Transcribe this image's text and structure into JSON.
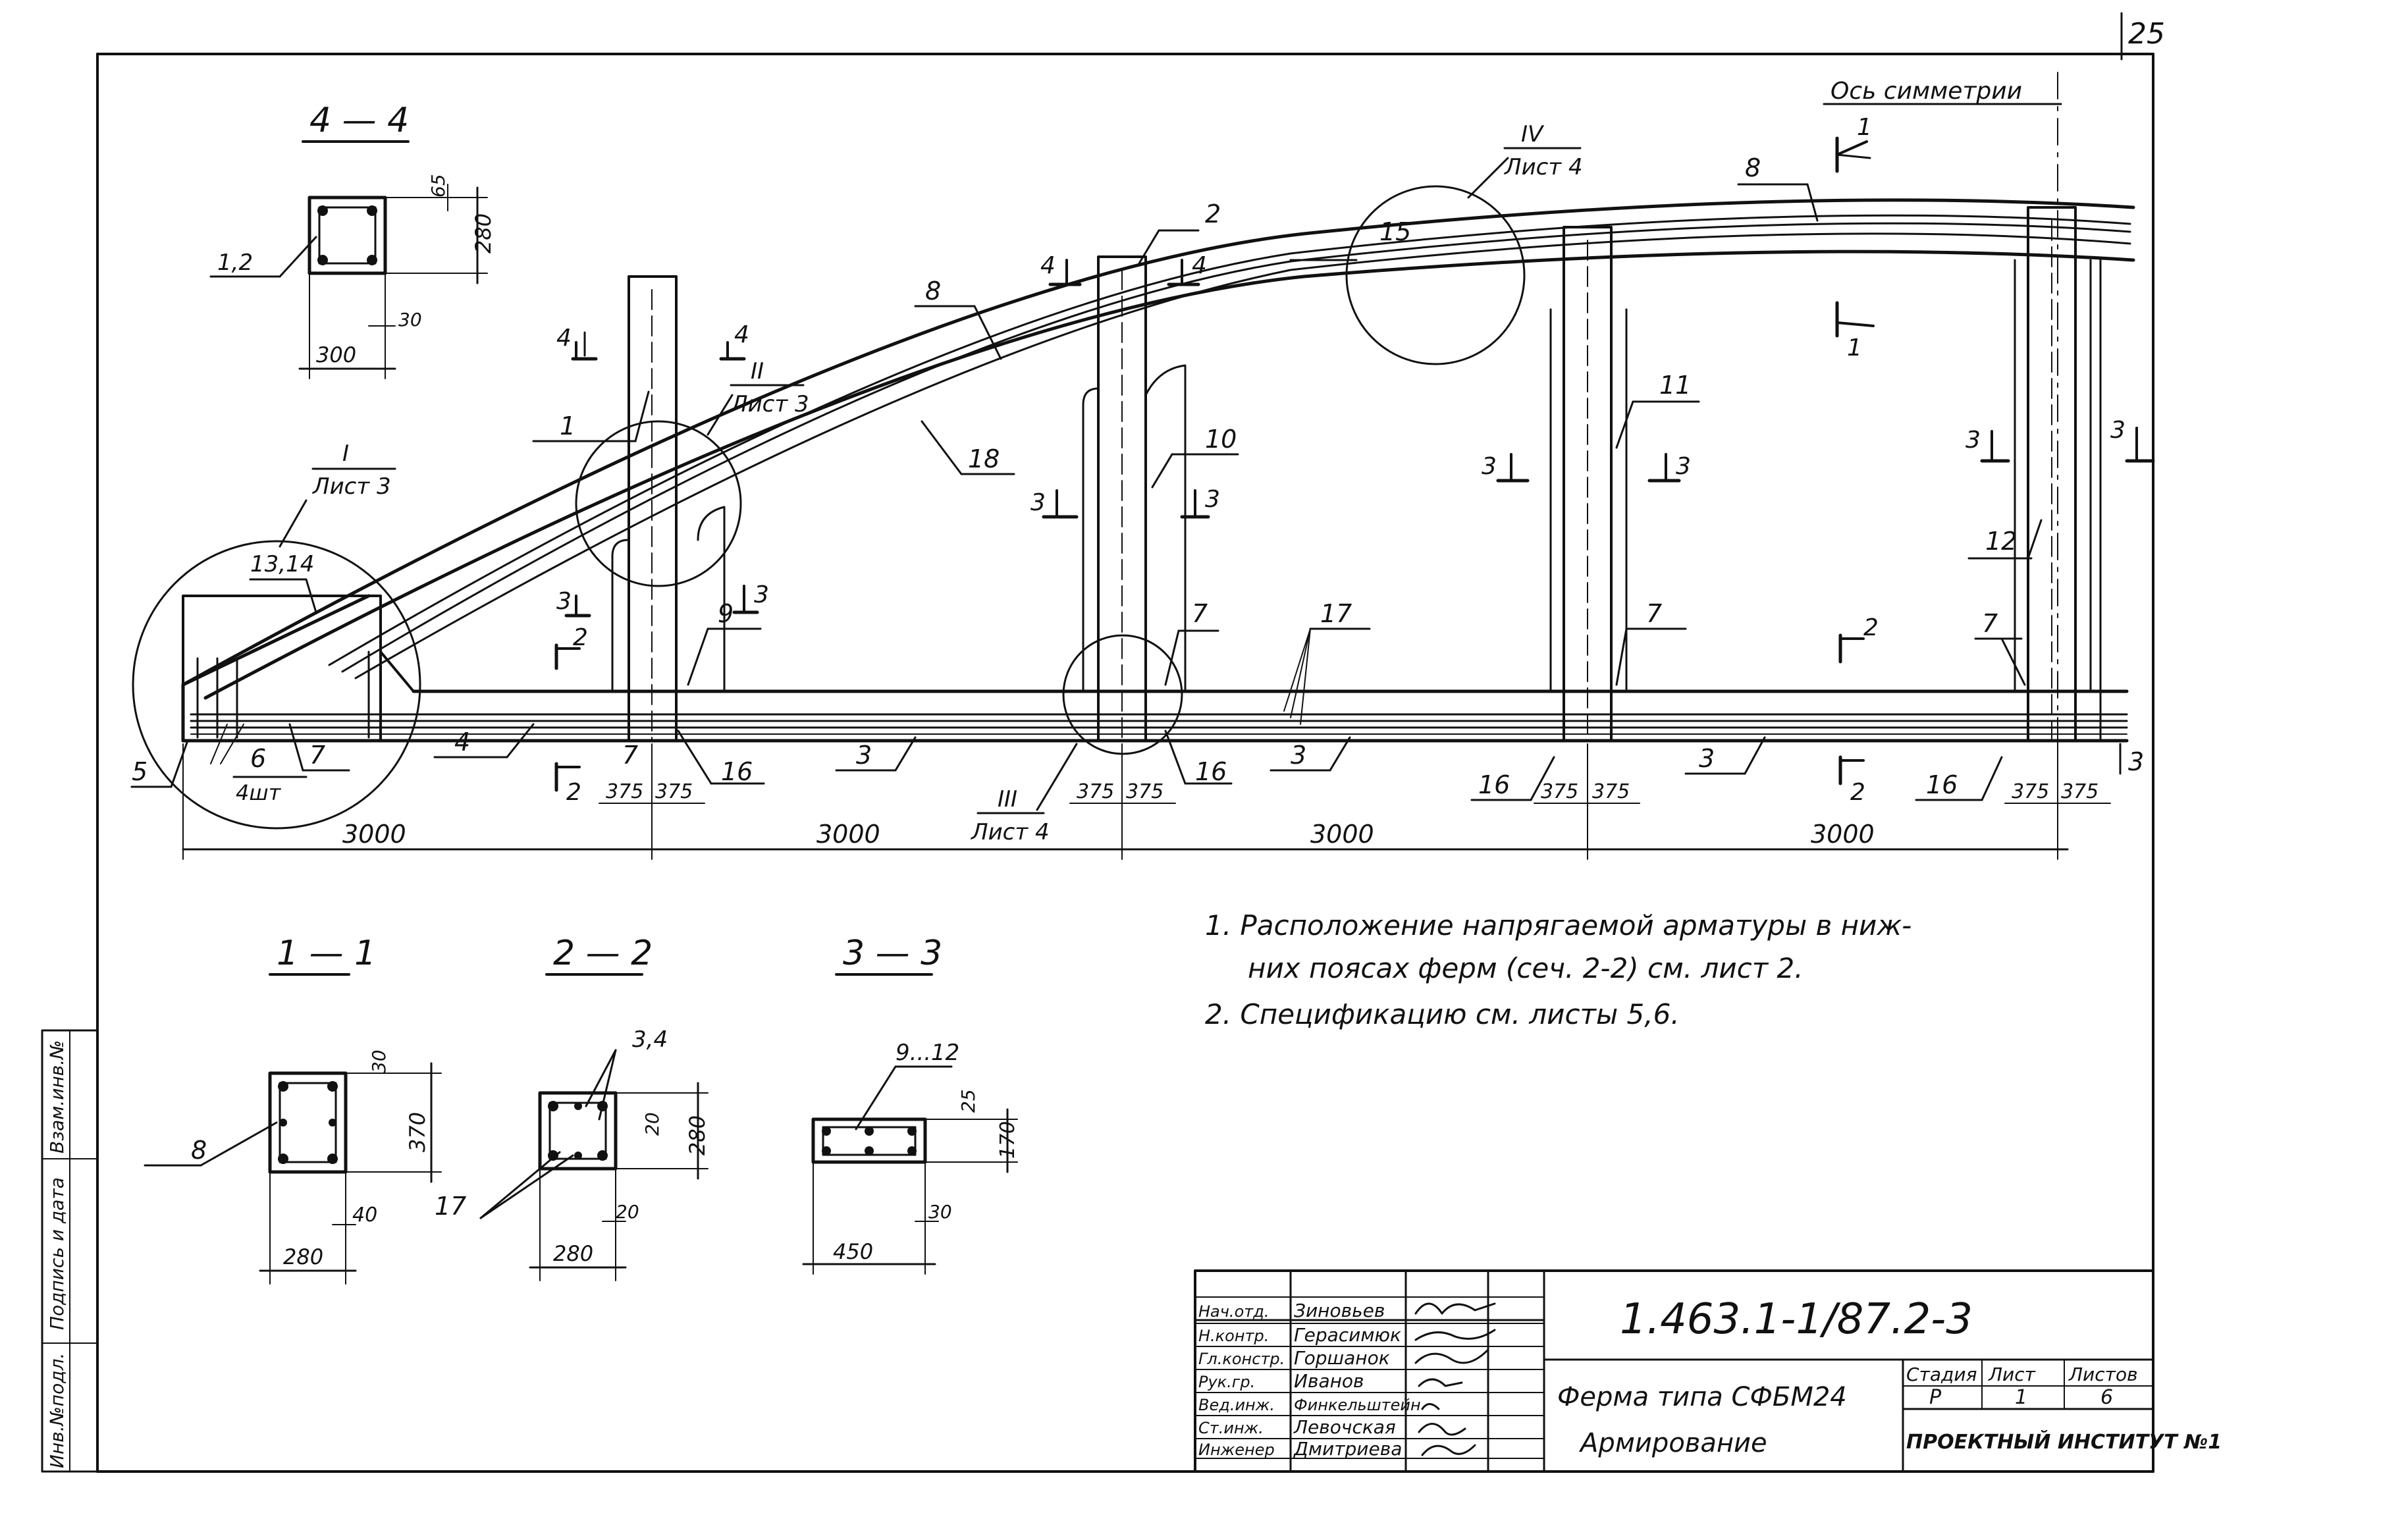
{
  "sheet_number": "25",
  "symmetry_axis": "Ось симметрии",
  "sections": {
    "s44": "4 — 4",
    "s11": "1 — 1",
    "s22": "2 — 2",
    "s33": "3 — 3"
  },
  "callouts": {
    "I": "I",
    "I_sheet": "Лист 3",
    "II": "II",
    "II_sheet": "Лист 3",
    "III": "III",
    "III_sheet": "Лист 4",
    "IV": "IV",
    "IV_sheet": "Лист 4"
  },
  "positions": {
    "p1": "1",
    "p2": "2",
    "p3a": "3",
    "p3b": "3",
    "p3c": "3",
    "p3d": "3",
    "p4": "4",
    "p5": "5",
    "p6": "6",
    "p6n": "4шт",
    "p7a": "7",
    "p7b": "7",
    "p7c": "7",
    "p7d": "7",
    "p7e": "7",
    "p8a": "8",
    "p8b": "8",
    "p8c": "8",
    "p9": "9",
    "p10": "10",
    "p11": "11",
    "p12": "12",
    "p1314": "13,14",
    "p15": "15",
    "p16a": "16",
    "p16b": "16",
    "p16c": "16",
    "p16d": "16",
    "p17a": "17",
    "p17b": "17",
    "p17c": "17",
    "p18": "18",
    "p12s": "1,2",
    "p34": "3,4",
    "p912": "9...12"
  },
  "cut_marks": {
    "c1": "1",
    "c2": "2",
    "c3": "3",
    "c4": "4"
  },
  "dimensions": {
    "d3000": "3000",
    "d375": "375",
    "d300": "300",
    "d280": "280",
    "d65": "65",
    "d30": "30",
    "d370": "370",
    "d40": "40",
    "d20": "20",
    "d450": "450",
    "d25": "25",
    "d170": "170"
  },
  "notes": [
    "1. Расположение напрягаемой арматуры в ниж-",
    "них поясах ферм   (сеч. 2-2) см. лист 2.",
    "2. Спецификацию   см. листы 5,6."
  ],
  "stamp_side": [
    "Инв.№подл.",
    "Подпись и дата",
    "Взам.инв.№"
  ],
  "title_block": {
    "code": "1.463.1-1/87.2-3",
    "title_line1": "Ферма типа СФБМ24",
    "title_line2": "Армирование",
    "stage_label": "Стадия",
    "sheet_label": "Лист",
    "sheets_label": "Листов",
    "stage": "Р",
    "sheet": "1",
    "sheets": "6",
    "org": "ПРОЕКТНЫЙ ИНСТИТУТ №1",
    "roles": [
      {
        "role": "Нач.отд.",
        "name": "Зиновьев"
      },
      {
        "role": "Н.контр.",
        "name": "Герасимюк"
      },
      {
        "role": "Гл.констр.",
        "name": "Горшанок"
      },
      {
        "role": "Рук.гр.",
        "name": "Иванов"
      },
      {
        "role": "Вед.инж.",
        "name": "Финкельштейн"
      },
      {
        "role": "Ст.инж.",
        "name": "Левочская"
      },
      {
        "role": "Инженер",
        "name": "Дмитриева"
      }
    ]
  }
}
